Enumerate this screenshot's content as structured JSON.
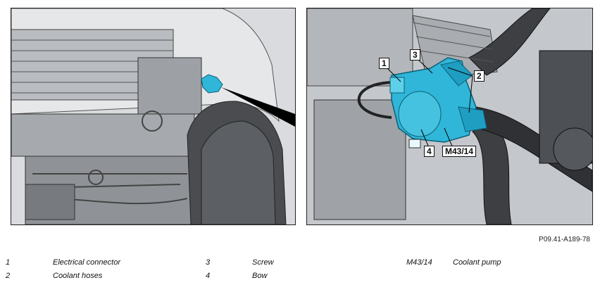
{
  "callouts": {
    "c1": "1",
    "c2": "2",
    "c3": "3",
    "c4": "4",
    "pump": "M43/14"
  },
  "reference_code": "P09.41-A189-78",
  "legend": [
    {
      "num": "1",
      "text": "Electrical connector"
    },
    {
      "num": "2",
      "text": "Coolant hoses"
    },
    {
      "num": "3",
      "text": "Screw"
    },
    {
      "num": "4",
      "text": "Bow"
    },
    {
      "num": "M43/14",
      "text": "Coolant pump"
    }
  ],
  "colors": {
    "pump_highlight": "#2fb6d8",
    "engine_gray": "#8a8d92",
    "tire_dark": "#4a4c50"
  }
}
